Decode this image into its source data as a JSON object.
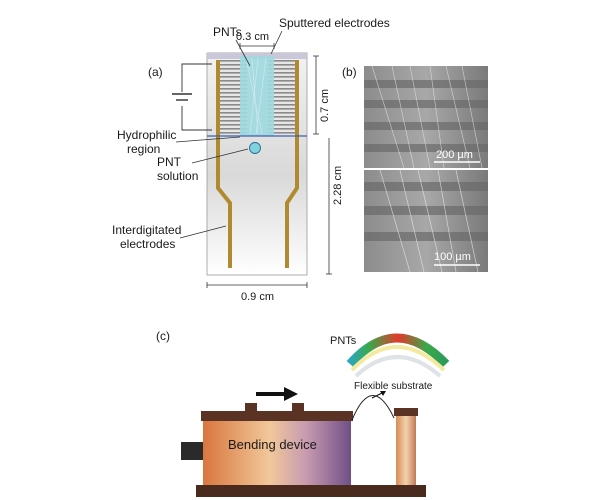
{
  "panel_a": {
    "panel_label": "(a)",
    "label_pnts": "PNTs",
    "label_sputtered": "Sputtered electrodes",
    "dim_top": "0.3 cm",
    "label_hydrophilic_line1": "Hydrophilic",
    "label_hydrophilic_line2": "region",
    "label_solution_line1": "PNT",
    "label_solution_line2": "solution",
    "label_interdigitated_line1": "Interdigitated",
    "label_interdigitated_line2": "electrodes",
    "dim_right_small": "0.7 cm",
    "dim_right_large": "2.28 cm",
    "dim_bottom": "0.9 cm"
  },
  "panel_b": {
    "panel_label": "(b)",
    "scale_top": "200 µm",
    "scale_bottom": "100 µm"
  },
  "panel_c": {
    "panel_label": "(c)",
    "label_pnts": "PNTs",
    "label_substrate": "Flexible substrate",
    "label_device": "Bending device"
  },
  "colors": {
    "electrode": "#b08a2e",
    "pnt_region": "#9fd8e0",
    "hydrophilic_line": "#3a5fb0",
    "device_orange": "#e0894a",
    "device_purple": "#8b6a9c",
    "device_top": "#5a3324",
    "arc_red": "#e03a2a",
    "arc_green": "#3aa84a"
  }
}
